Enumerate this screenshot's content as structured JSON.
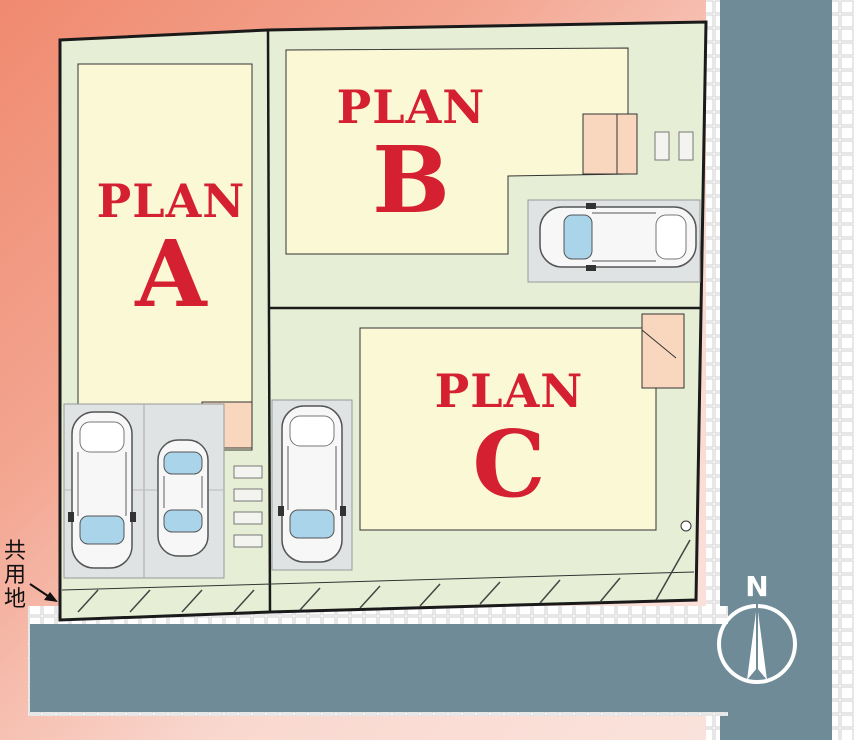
{
  "plans": [
    {
      "id": "A",
      "word": "PLAN",
      "letter": "A"
    },
    {
      "id": "B",
      "word": "PLAN",
      "letter": "B"
    },
    {
      "id": "C",
      "word": "PLAN",
      "letter": "C"
    }
  ],
  "shared_land_label": "共用地",
  "compass": {
    "north_label": "N"
  },
  "colors": {
    "road": "#6f8b98",
    "lot": "#e6efd6",
    "building": "#fbf8d6",
    "porch": "#f9d7be",
    "plan_text": "#d42030",
    "boundary": "#1a1a1a"
  }
}
